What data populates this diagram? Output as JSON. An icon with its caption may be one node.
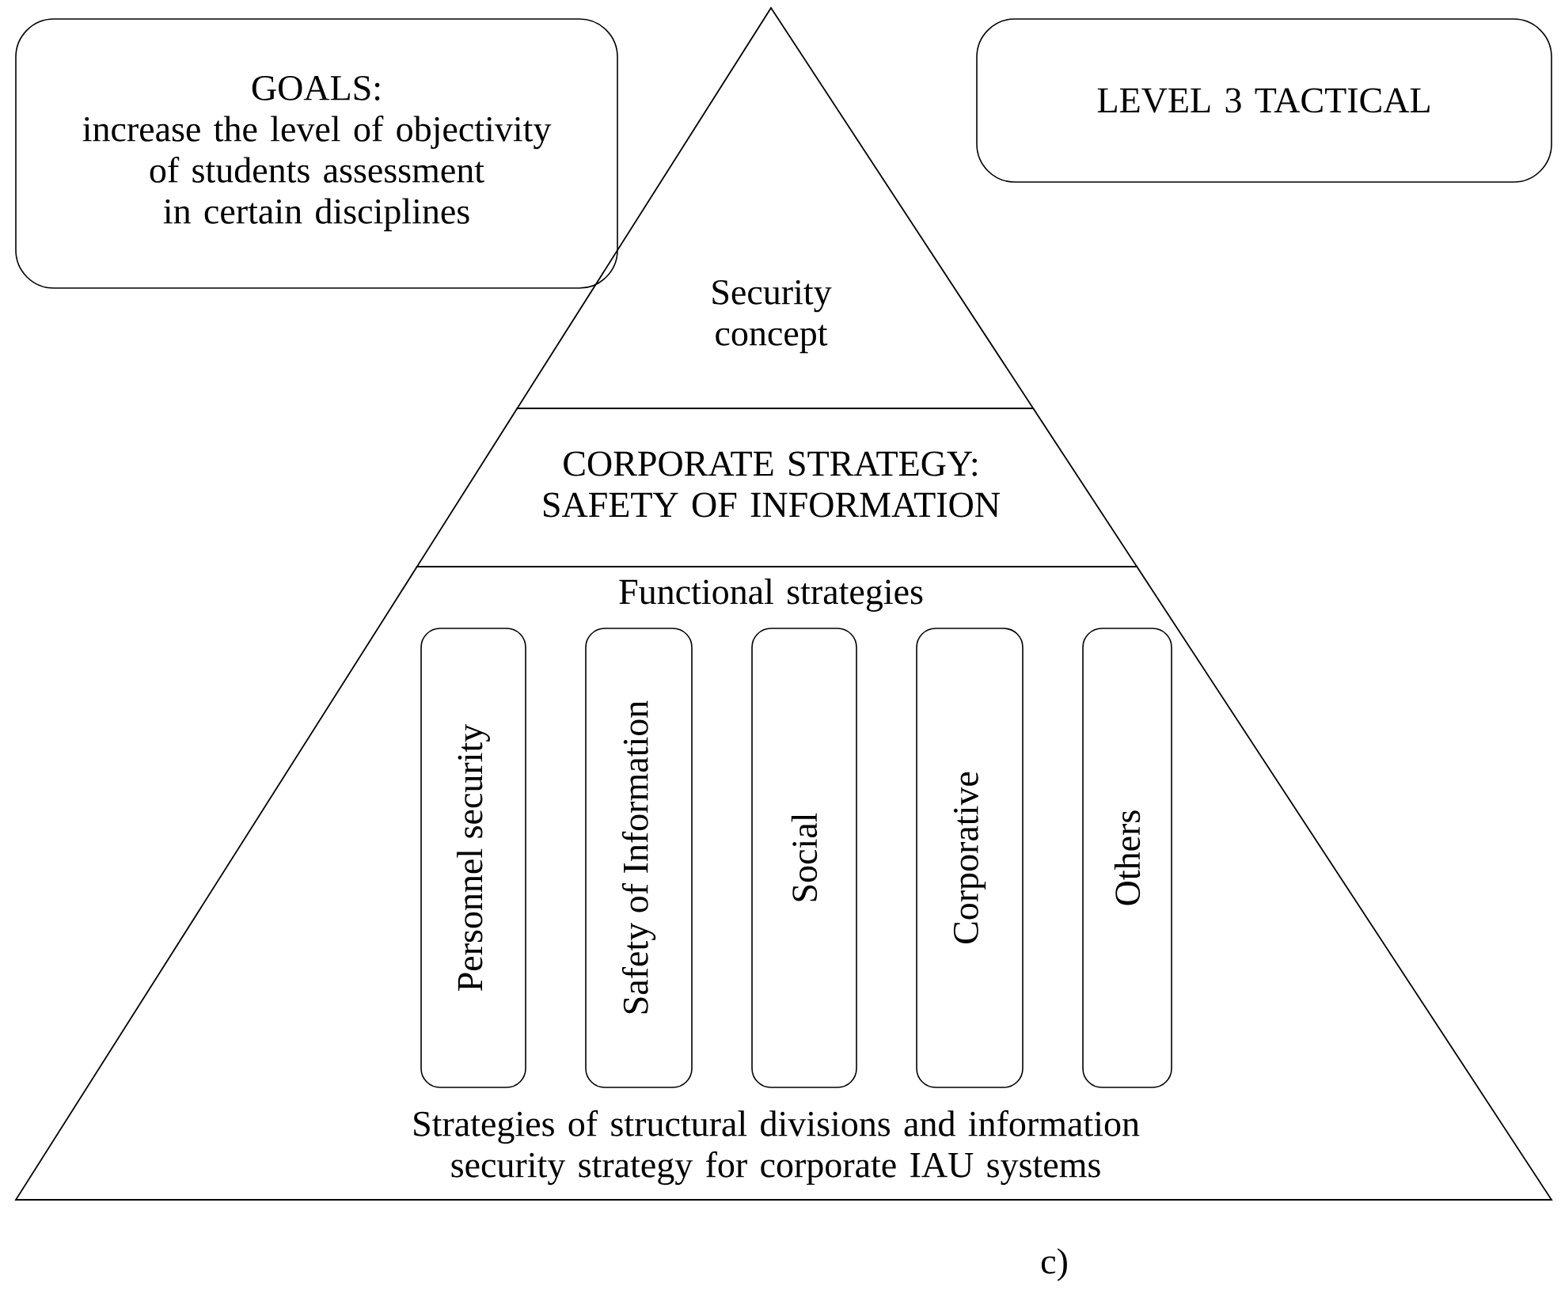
{
  "diagram": {
    "nodes": [
      {
        "text": [
          "GOALS:",
          "increase the level of objectivity of students assessment in certain disciplines"
        ]
      },
      {
        "text": [
          "LEVEL 3 TACTICAL"
        ]
      },
      {
        "text": [
          "Security concept"
        ]
      },
      {
        "text": [
          "CORPORATE STRATEGY: SAFETY OF INFORMATION"
        ]
      },
      {
        "text": [
          "Functional strategies",
          "Strategies of structural divisions and information security strategy for corporate IAU systems"
        ]
      },
      {
        "text": [
          "Personnel security"
        ],
        "in": 4
      },
      {
        "text": [
          "Safety of Information"
        ],
        "in": 4
      },
      {
        "text": [
          "Social"
        ],
        "in": 4
      },
      {
        "text": [
          "Corporative"
        ],
        "in": 4
      },
      {
        "text": [
          "Others"
        ],
        "in": 4
      }
    ],
    "edges": [],
    "labels": [
      "c)"
    ]
  }
}
